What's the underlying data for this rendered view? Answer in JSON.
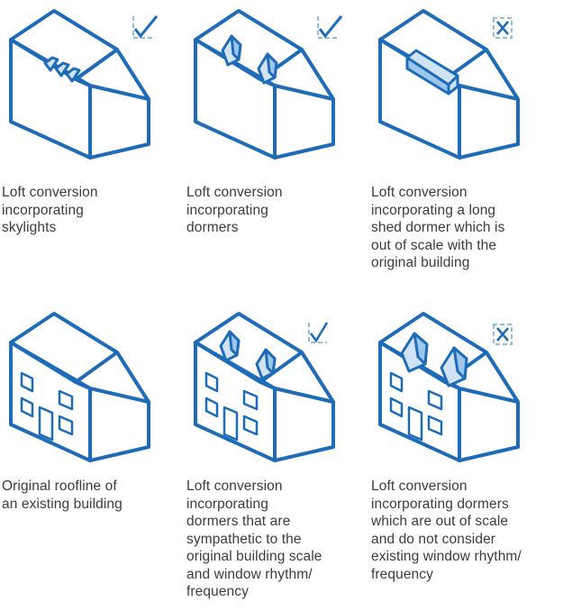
{
  "colors": {
    "outline": "#1e6bb8",
    "fill": "#cfe3f5",
    "mark_tick": "#1e6bb8",
    "mark_cross": "#1e6bb8",
    "text": "#3c3c3c"
  },
  "items": [
    {
      "caption": "Loft conversion\nincorporating\nskylights",
      "verdict": "tick",
      "feature": "skylights"
    },
    {
      "caption": "Loft conversion\nincorporating\ndormers",
      "verdict": "tick",
      "feature": "dormers"
    },
    {
      "caption": "Loft conversion\nincorporating a long\nshed dormer which is\nout of scale with the\noriginal building",
      "verdict": "cross",
      "feature": "long-dormer"
    },
    {
      "caption": "Original roofline of\nan existing building",
      "verdict": "none",
      "feature": "plain-with-windows"
    },
    {
      "caption": "Loft conversion\nincorporating\ndormers that are\nsympathetic to the\noriginal building scale\nand window rhythm/\nfrequency",
      "verdict": "tick",
      "feature": "dormers-with-windows"
    },
    {
      "caption": "Loft conversion\nincorporating dormers\nwhich are out of scale\nand do not consider\nexisting window rhythm/\nfrequency",
      "verdict": "cross",
      "feature": "large-dormers-with-windows"
    }
  ]
}
